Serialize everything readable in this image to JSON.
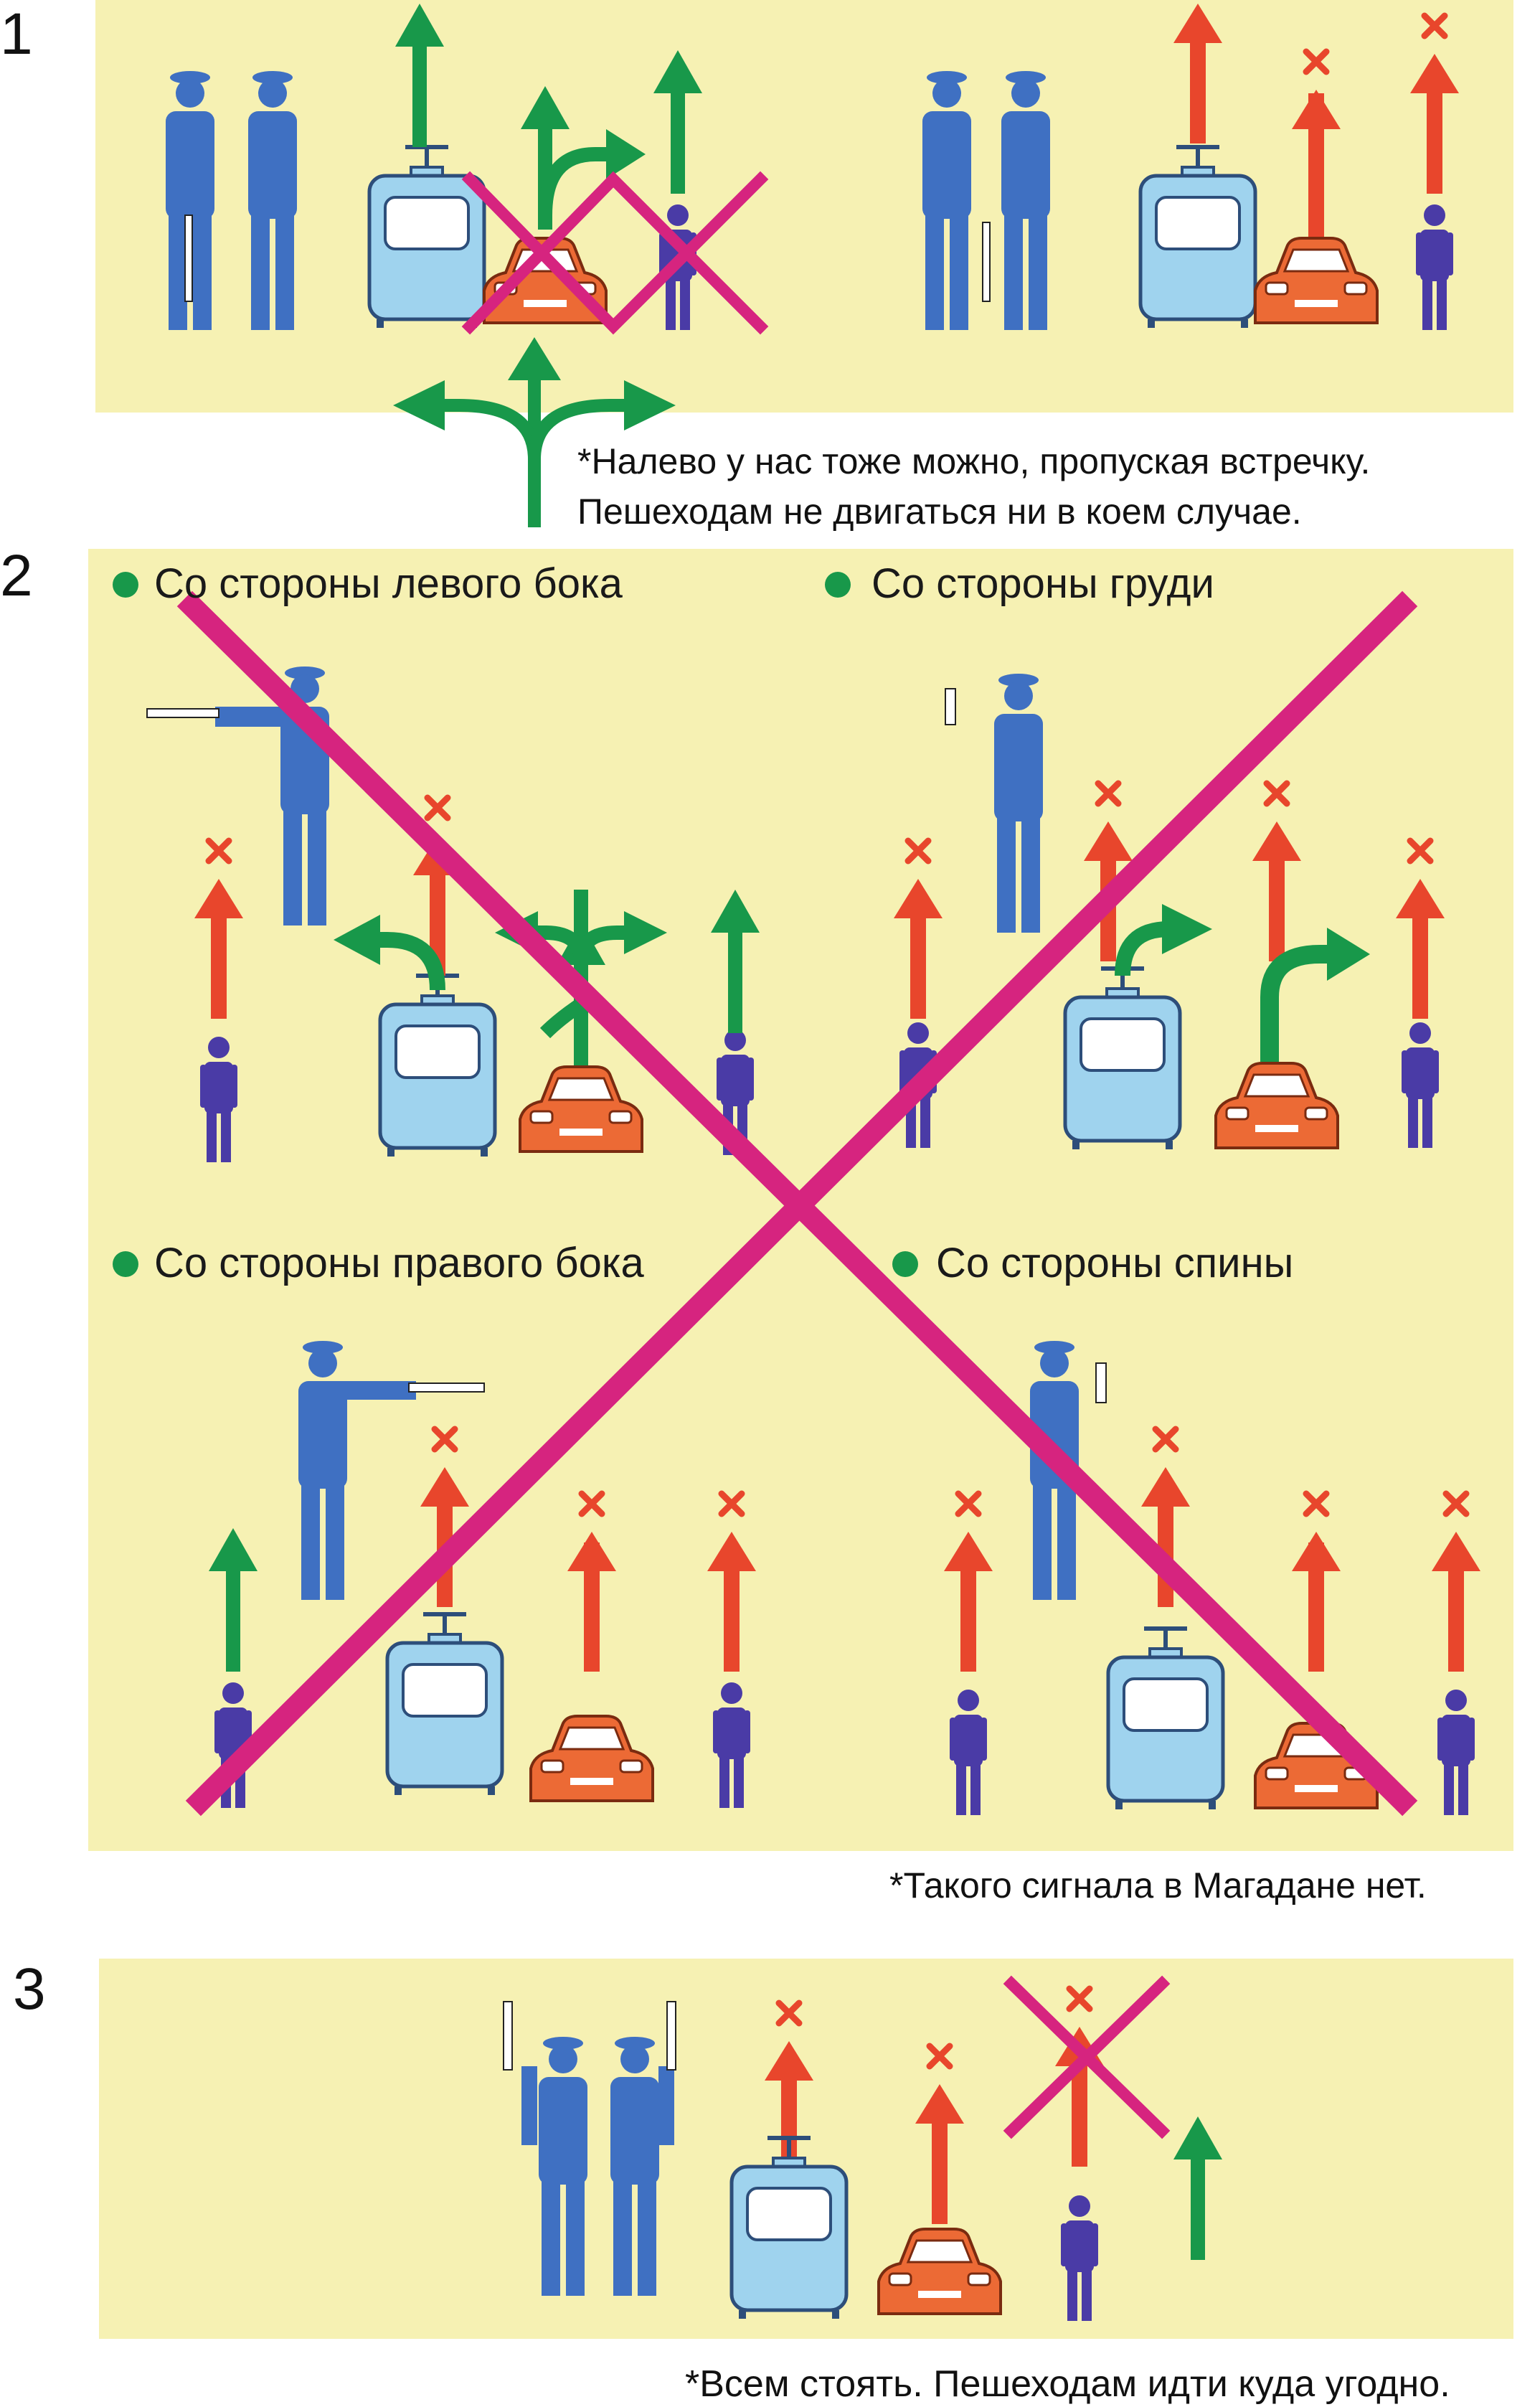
{
  "section_numbers": [
    "1",
    "2",
    "3"
  ],
  "section1": {
    "note_line1": "*Налево у нас тоже можно, пропуская встречку.",
    "note_line2": "Пешеходам не двигаться ни в коем случае."
  },
  "section2": {
    "headings": [
      "Со стороны левого бока",
      "Со стороны груди",
      "Со стороны правого бока",
      "Со стороны спины"
    ],
    "note": "*Такого сигнала в Магадане нет."
  },
  "section3": {
    "note": "*Всем стоять. Пешеходам идти куда угодно."
  },
  "colors": {
    "panel": "#f6f1b3",
    "officer": "#3f70c2",
    "pedestrian": "#4a3ba6",
    "tram": "#9fd3ee",
    "car": "#ec6a35",
    "allowed_arrow": "#18984a",
    "forbidden_arrow": "#e8462c",
    "cross": "#d6247f"
  },
  "icon_names": [
    "officer-icon",
    "pedestrian-icon",
    "tram-icon",
    "car-icon",
    "arrow-allowed-icon",
    "arrow-forbidden-icon",
    "cross-mark"
  ]
}
